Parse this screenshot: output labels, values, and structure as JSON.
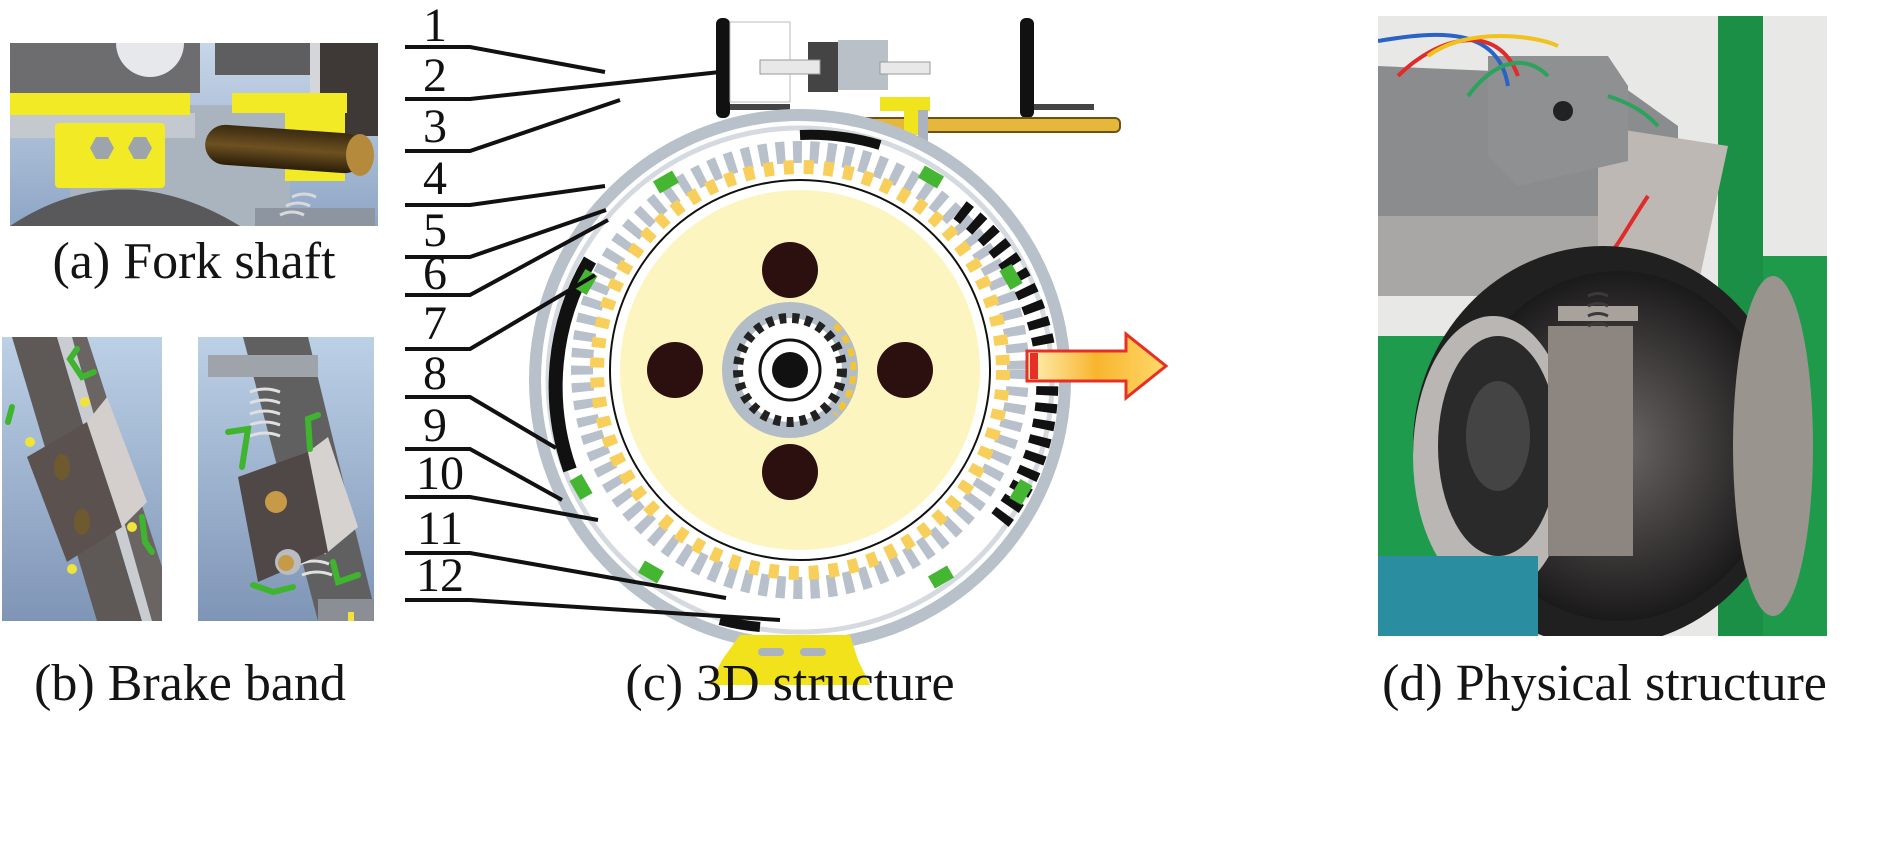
{
  "figure": {
    "panels": [
      {
        "id": "a",
        "caption": "(a) Fork shaft"
      },
      {
        "id": "b",
        "caption": "(b) Brake band"
      },
      {
        "id": "c",
        "caption": "(c) 3D structure"
      },
      {
        "id": "d",
        "caption": "(d) Physical structure"
      }
    ],
    "part_labels": [
      "1",
      "2",
      "3",
      "4",
      "5",
      "6",
      "7",
      "8",
      "9",
      "10",
      "11",
      "12"
    ],
    "arrow": {
      "direction": "right",
      "meaning": "3D model to physical prototype"
    },
    "colors": {
      "cad_background": "#a9bcd6",
      "cad_grey": "#b9c2cc",
      "cad_dark": "#5b5552",
      "cad_yellow": "#f2e91c",
      "cad_green": "#43b635",
      "gear_disc": "#fbf4bf",
      "gear_gold": "#f7cf5a",
      "shaft_brass": "#8a6a2a",
      "arrow_fill": "#f9b233",
      "arrow_outline": "#e63027",
      "photo_green": "#1f9a4a"
    }
  }
}
